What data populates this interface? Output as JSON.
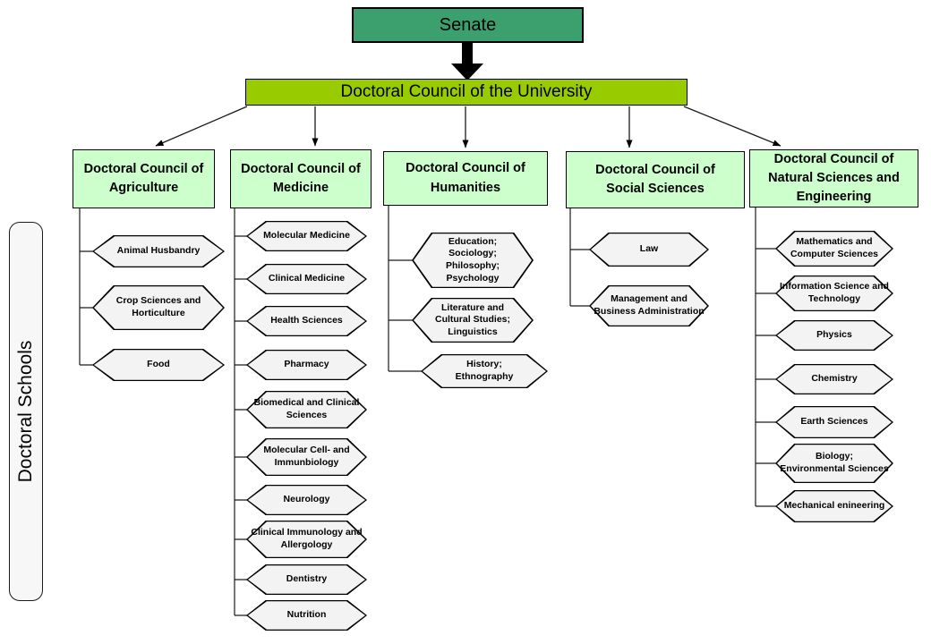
{
  "senate": {
    "label": "Senate"
  },
  "university_council": {
    "label": "Doctoral Council of the University"
  },
  "sidebar": {
    "label": "Doctoral Schools"
  },
  "columns": [
    {
      "id": "agriculture",
      "title": "Doctoral Council of\nAgriculture",
      "items": [
        "Animal Husbandry",
        "Crop Sciences and\nHorticulture",
        "Food"
      ]
    },
    {
      "id": "medicine",
      "title": "Doctoral Council of\nMedicine",
      "items": [
        "Molecular Medicine",
        "Clinical Medicine",
        "Health Sciences",
        "Pharmacy",
        "Biomedical and Clinical\nSciences",
        "Molecular Cell- and\nImmunbiology",
        "Neurology",
        "Clinical Immunology and\nAllergology",
        "Dentistry",
        "Nutrition"
      ]
    },
    {
      "id": "humanities",
      "title": "Doctoral Council of\nHumanities",
      "items": [
        "Education;\nSociology;\nPhilosophy;\nPsychology",
        "Literature and\nCultural Studies;\nLinguistics",
        "History;\nEthnography"
      ]
    },
    {
      "id": "social-sciences",
      "title": "Doctoral Council of\nSocial Sciences",
      "items": [
        "Law",
        "Management and\nBusiness Administration"
      ]
    },
    {
      "id": "natural-sciences-engineering",
      "title": "Doctoral Council of\nNatural Sciences and\nEngineering",
      "items": [
        "Mathematics and\nComputer Sciences",
        "Information Science and\nTechnology",
        "Physics",
        "Chemistry",
        "Earth Sciences",
        "Biology;\nEnvironmental Sciences",
        "Mechanical enineering"
      ]
    }
  ],
  "colors": {
    "senate_fill": "#3BA06E",
    "council_fill": "#99CC00",
    "header_fill": "#CCFFCC",
    "node_fill": "#F3F3F3",
    "outline": "#000000"
  }
}
